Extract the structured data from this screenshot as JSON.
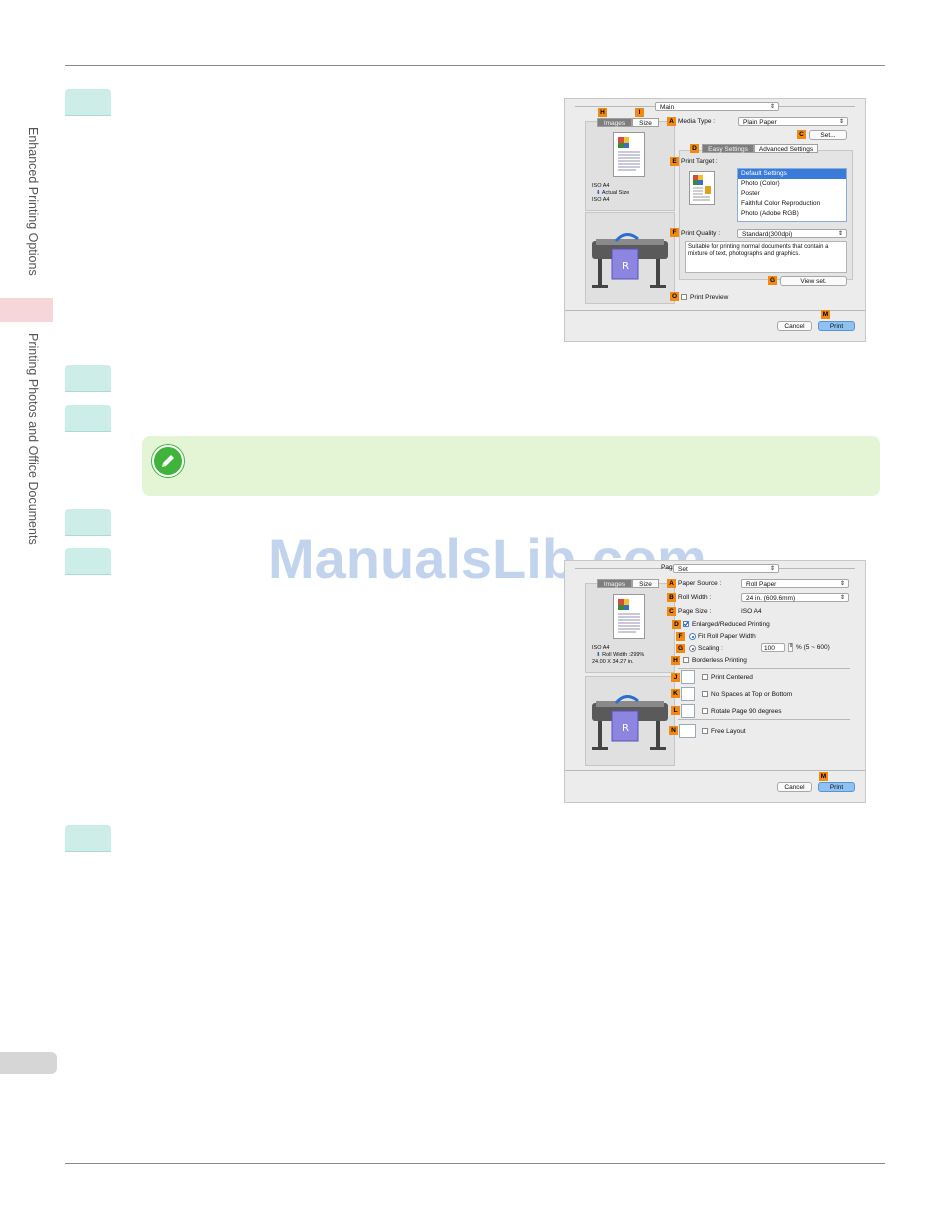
{
  "sidebar": {
    "tab1": "Enhanced Printing Options",
    "tab2": "Printing Photos and Office Documents"
  },
  "watermark": "ManualsLib.com",
  "dialog1": {
    "top_popup": "Main",
    "tag_h": "H",
    "tag_i": "I",
    "tab_images": "Images",
    "tab_size": "Size",
    "size_info_1": "ISO A4",
    "size_info_2": "Actual Size",
    "size_info_3": "ISO A4",
    "tag_a": "A",
    "media_type_label": "Media Type :",
    "media_type_value": "Plain Paper",
    "tag_c": "C",
    "set_button": "Set...",
    "tag_d": "D",
    "tab_easy": "Easy Settings",
    "tab_advanced": "Advanced Settings",
    "tag_e": "E",
    "print_target_label": "Print Target :",
    "print_targets": [
      "Default Settings",
      "Photo (Color)",
      "Poster",
      "Faithful Color Reproduction",
      "Photo (Adobe RGB)"
    ],
    "tag_f": "F",
    "print_quality_label": "Print Quality :",
    "print_quality_value": "Standard(300dpi)",
    "description": "Suitable for printing normal documents that contain a mixture of text, photographs and graphics.",
    "tag_g": "G",
    "view_set_button": "View set.",
    "tag_o": "O",
    "print_preview_label": "Print Preview",
    "tag_m": "M",
    "cancel_button": "Cancel",
    "print_button": "Print"
  },
  "dialog2": {
    "top_popup_prefix": "Pag",
    "top_popup_value": "Set",
    "tab_images": "Images",
    "tab_size": "Size",
    "size_info_1": "ISO A4",
    "size_info_2": "Roll Width :299%",
    "size_info_3": "24.00 X 34.27 in.",
    "tag_a": "A",
    "paper_source_label": "Paper Source :",
    "paper_source_value": "Roll Paper",
    "tag_b": "B",
    "roll_width_label": "Roll Width :",
    "roll_width_value": "24 in. (609.6mm)",
    "tag_c": "C",
    "page_size_label": "Page Size :",
    "page_size_value": "ISO A4",
    "tag_d": "D",
    "enlarged_label": "Enlarged/Reduced Printing",
    "tag_f": "F",
    "fit_roll_label": "Fit Roll Paper Width",
    "tag_g": "G",
    "scaling_label": "Scaling :",
    "scaling_value": "100",
    "scaling_range": "% (5 ~ 600)",
    "tag_h": "H",
    "borderless_label": "Borderless Printing",
    "tag_j": "J",
    "print_centered_label": "Print Centered",
    "tag_k": "K",
    "no_spaces_label": "No Spaces at Top or Bottom",
    "tag_l": "L",
    "rotate_label": "Rotate Page 90 degrees",
    "tag_n": "N",
    "free_layout_label": "Free Layout",
    "tag_m": "M",
    "cancel_button": "Cancel",
    "print_button": "Print"
  },
  "colors": {
    "step_box": "#cdeee8",
    "note_bg": "#e4f5d6",
    "note_icon": "#3fb33a",
    "tag_orange": "#f08a13",
    "print_button": "#8ec2f3"
  }
}
